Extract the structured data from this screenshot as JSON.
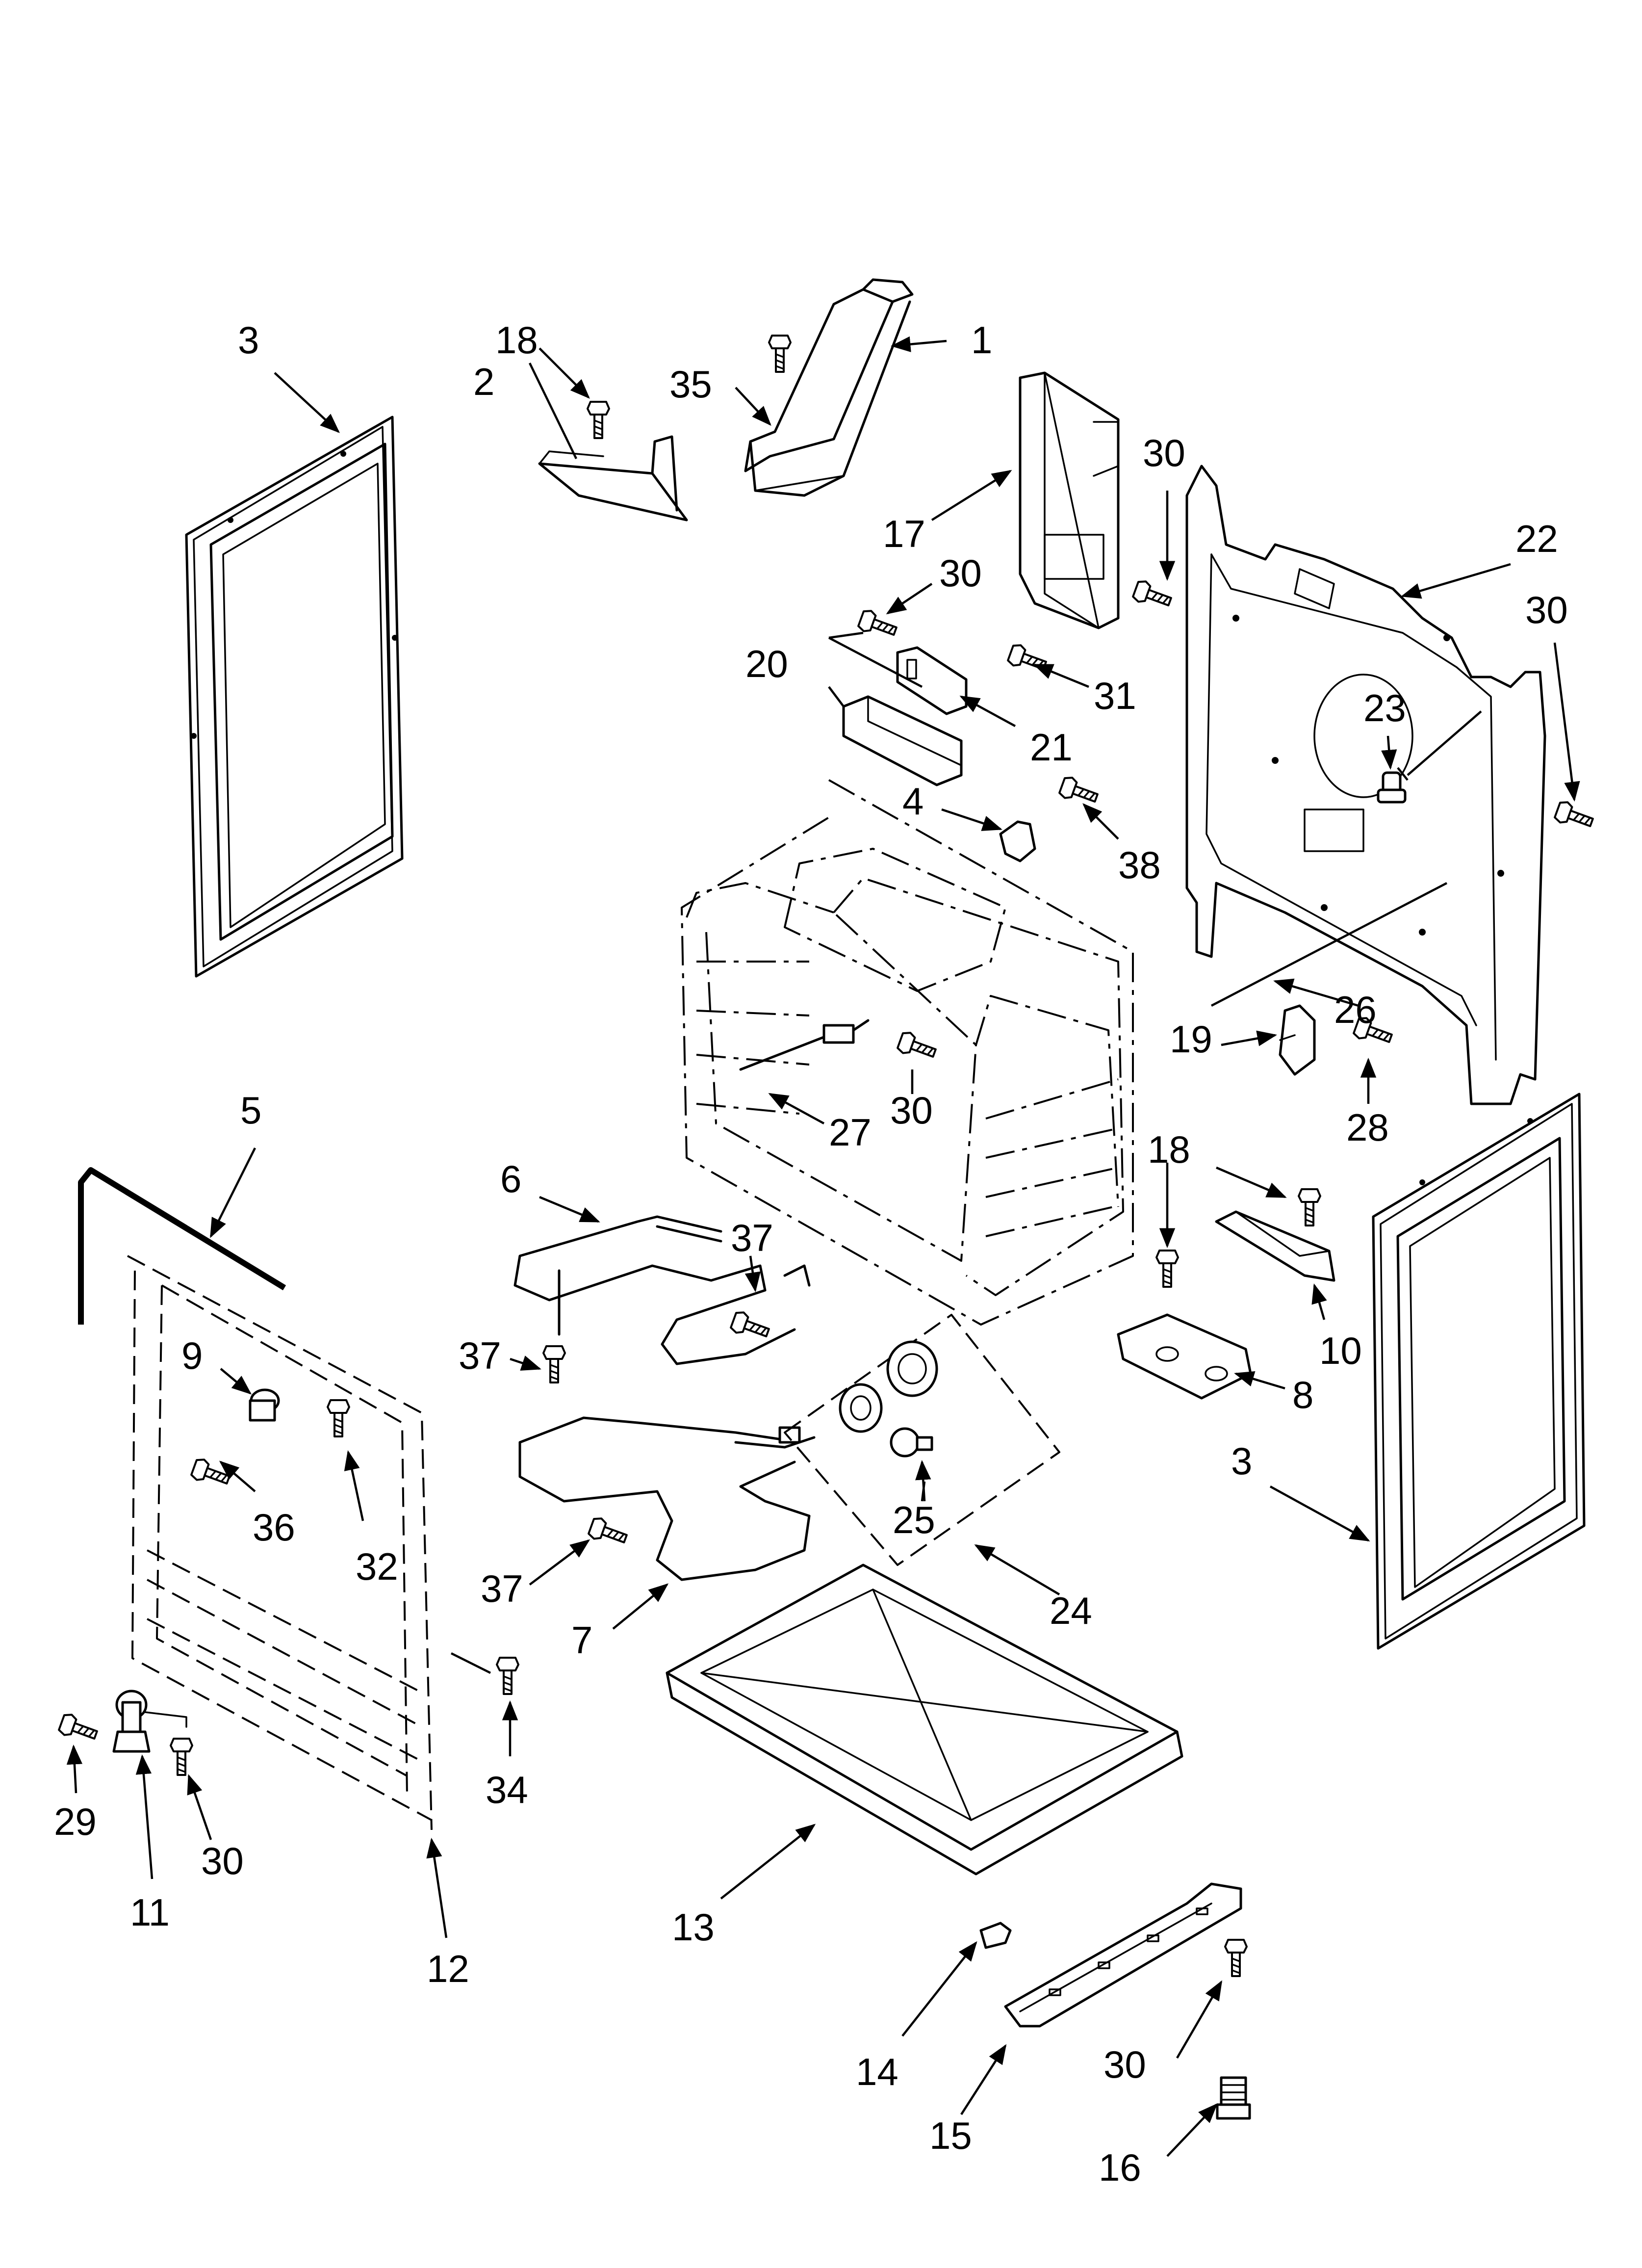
{
  "callouts": [
    {
      "id": "c1",
      "label": "1"
    },
    {
      "id": "c2",
      "label": "2"
    },
    {
      "id": "c3a",
      "label": "3"
    },
    {
      "id": "c3b",
      "label": "3"
    },
    {
      "id": "c4",
      "label": "4"
    },
    {
      "id": "c5",
      "label": "5"
    },
    {
      "id": "c6",
      "label": "6"
    },
    {
      "id": "c7",
      "label": "7"
    },
    {
      "id": "c8",
      "label": "8"
    },
    {
      "id": "c9",
      "label": "9"
    },
    {
      "id": "c10",
      "label": "10"
    },
    {
      "id": "c11",
      "label": "11"
    },
    {
      "id": "c12",
      "label": "12"
    },
    {
      "id": "c13",
      "label": "13"
    },
    {
      "id": "c14",
      "label": "14"
    },
    {
      "id": "c15",
      "label": "15"
    },
    {
      "id": "c16",
      "label": "16"
    },
    {
      "id": "c17",
      "label": "17"
    },
    {
      "id": "c18a",
      "label": "18"
    },
    {
      "id": "c18b",
      "label": "18"
    },
    {
      "id": "c19",
      "label": "19"
    },
    {
      "id": "c20",
      "label": "20"
    },
    {
      "id": "c21",
      "label": "21"
    },
    {
      "id": "c22",
      "label": "22"
    },
    {
      "id": "c23",
      "label": "23"
    },
    {
      "id": "c24",
      "label": "24"
    },
    {
      "id": "c25",
      "label": "25"
    },
    {
      "id": "c26",
      "label": "26"
    },
    {
      "id": "c27",
      "label": "27"
    },
    {
      "id": "c28",
      "label": "28"
    },
    {
      "id": "c29",
      "label": "29"
    },
    {
      "id": "c30a",
      "label": "30"
    },
    {
      "id": "c30b",
      "label": "30"
    },
    {
      "id": "c30c",
      "label": "30"
    },
    {
      "id": "c30d",
      "label": "30"
    },
    {
      "id": "c30e",
      "label": "30"
    },
    {
      "id": "c30f",
      "label": "30"
    },
    {
      "id": "c31",
      "label": "31"
    },
    {
      "id": "c32",
      "label": "32"
    },
    {
      "id": "c34",
      "label": "34"
    },
    {
      "id": "c35",
      "label": "35"
    },
    {
      "id": "c36",
      "label": "36"
    },
    {
      "id": "c37a",
      "label": "37"
    },
    {
      "id": "c37b",
      "label": "37"
    },
    {
      "id": "c37c",
      "label": "37"
    },
    {
      "id": "c38",
      "label": "38"
    }
  ]
}
